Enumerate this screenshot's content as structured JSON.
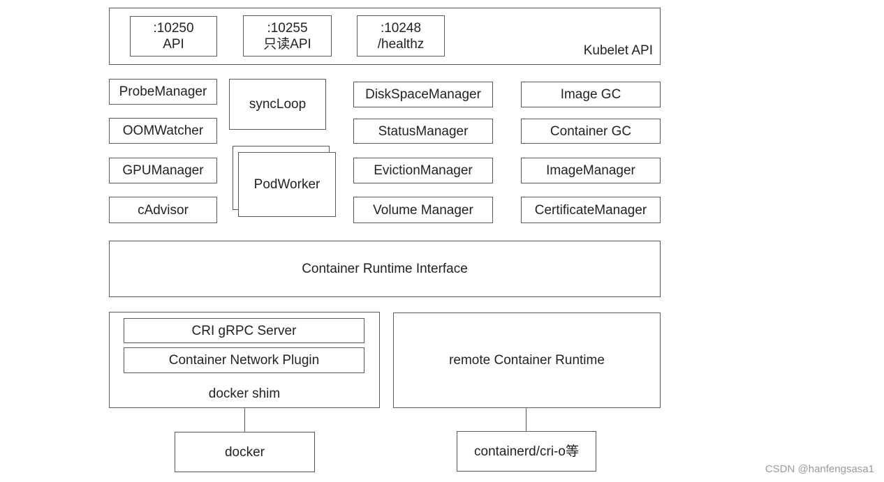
{
  "kubelet_api": {
    "title": "Kubelet API",
    "ports": [
      {
        "port": ":10250",
        "desc": "API"
      },
      {
        "port": ":10255",
        "desc": "只读API"
      },
      {
        "port": ":10248",
        "desc": "/healthz"
      }
    ]
  },
  "components": {
    "left": [
      "ProbeManager",
      "OOMWatcher",
      "GPUManager",
      "cAdvisor"
    ],
    "sync_loop": "syncLoop",
    "pod_worker": "PodWorker",
    "managers": [
      "DiskSpaceManager",
      "StatusManager",
      "EvictionManager",
      "Volume Manager"
    ],
    "right": [
      "Image GC",
      "Container GC",
      "ImageManager",
      "CertificateManager"
    ]
  },
  "cri": "Container Runtime Interface",
  "docker_shim": {
    "title": "docker shim",
    "items": [
      "CRI gRPC Server",
      "Container Network Plugin"
    ]
  },
  "remote_runtime": "remote Container Runtime",
  "runtimes": {
    "docker": "docker",
    "others": "containerd/cri-o等"
  },
  "watermark": "CSDN @hanfengsasa1"
}
